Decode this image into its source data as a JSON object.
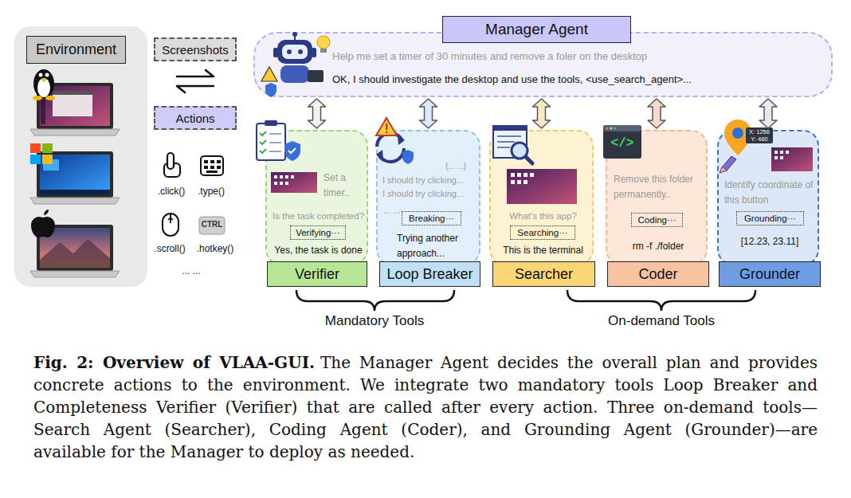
{
  "diagram": {
    "title": "Fig. 2: Overview of VLAA-GUI.",
    "caption": "The Manager Agent decides the overall plan and provides concrete actions to the environment. We integrate two mandatory tools Loop Breaker and Completeness Verifier (Verifier) that are called after every action. Three on-demand tools—Search Agent (Searcher), Coding Agent (Coder), and Grounding Agent (Grounder)—are available for the Manager to deploy as needed.",
    "nodes": [
      {
        "text": [
          "Environment"
        ]
      },
      {
        "text": [
          "Screenshots"
        ]
      },
      {
        "text": [
          "Actions"
        ]
      },
      {
        "text": [
          "Manager Agent",
          "Help me set a timer of 30 minutes and remove a foler on the desktop",
          "OK, I should investigate the desktop and use the tools, <use_search_agent>..."
        ]
      },
      {
        "text": [
          "Set a timer..",
          "Is the task completed?",
          "Yes, the task is done",
          "Verifier"
        ]
      },
      {
        "text": [
          "Verifying···"
        ],
        "in": 4
      },
      {
        "text": [
          "{... ...}",
          "I should try clicking...",
          "I should try clicking...",
          "... ...",
          "Trying another approach...",
          "Loop Breaker"
        ]
      },
      {
        "text": [
          "Breaking···"
        ],
        "in": 6
      },
      {
        "text": [
          "What's this app?",
          "This is the terminal",
          "Searcher"
        ]
      },
      {
        "text": [
          "Searching···"
        ],
        "in": 8
      },
      {
        "text": [
          "Remove this folder permanently..",
          "rm -f ./folder",
          "Coder"
        ]
      },
      {
        "text": [
          "Coding···"
        ],
        "in": 10
      },
      {
        "text": [
          "Identify coordinate of this button",
          "[12.23, 23.11]",
          "Grounder"
        ]
      },
      {
        "text": [
          "Grounding···"
        ],
        "in": 12
      }
    ],
    "edges": [
      {
        "from": 3,
        "to": 4,
        "arrow": "both"
      },
      {
        "from": 3,
        "to": 6,
        "arrow": "both"
      },
      {
        "from": 3,
        "to": 8,
        "arrow": "both"
      },
      {
        "from": 3,
        "to": 10,
        "arrow": "both"
      },
      {
        "from": 3,
        "to": 12,
        "arrow": "both"
      }
    ],
    "labels": [
      ".click()",
      ".type()",
      "CTRL",
      ".scroll()",
      ".hotkey()",
      "... ...",
      "</>",
      "X: 1256",
      "Y: 480",
      "Mandatory Tools",
      "On-demand Tools"
    ]
  }
}
